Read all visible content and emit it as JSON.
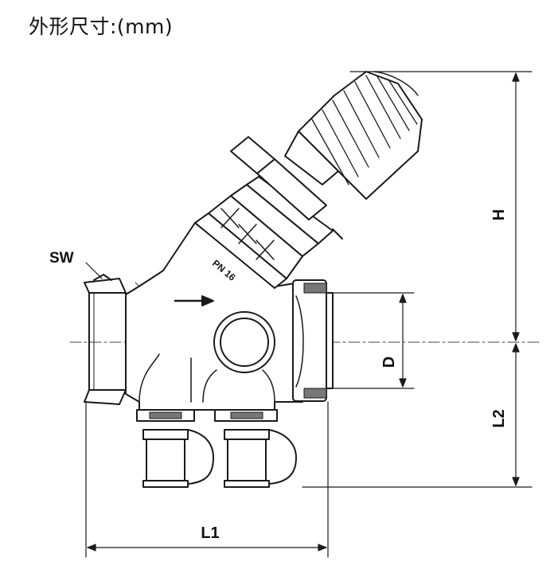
{
  "title": "外形尺寸:(mm)",
  "labels": {
    "sw": "SW",
    "pn": "PN 16",
    "h": "H",
    "d": "D",
    "l2": "L2",
    "l1": "L1"
  }
}
